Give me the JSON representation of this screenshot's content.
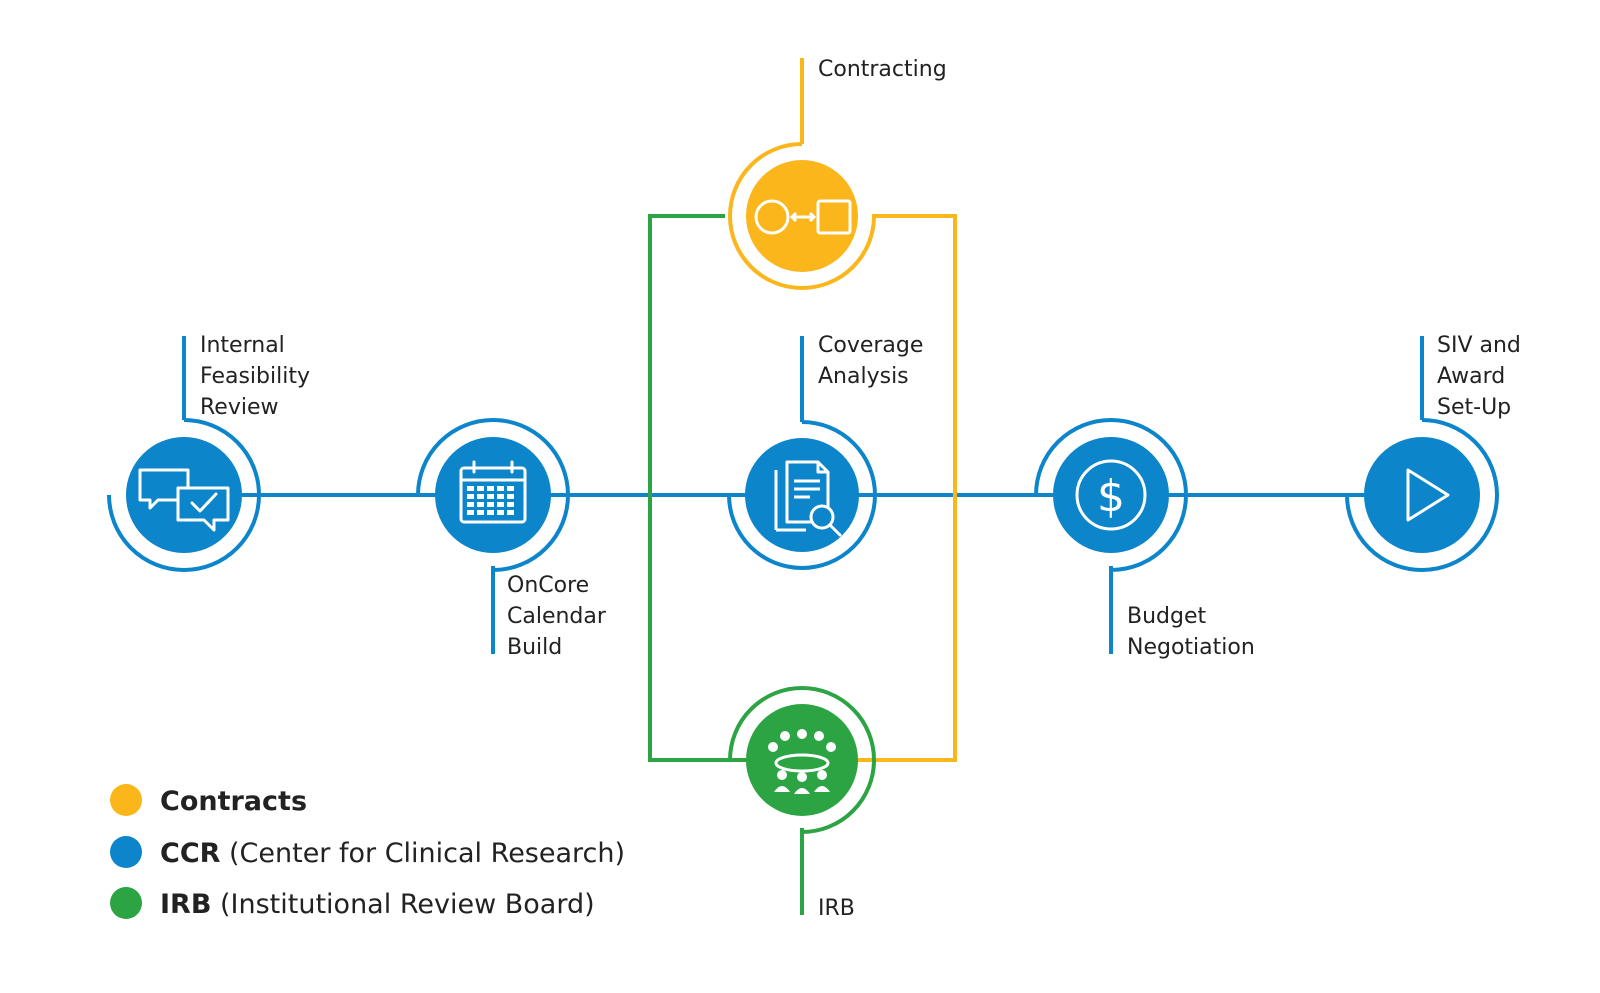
{
  "colors": {
    "contracts": "#FBB61B",
    "ccr": "#0C85CB",
    "irb": "#2CA443",
    "text": "#222222",
    "icon_line": "#ffffff"
  },
  "steps": {
    "internal_feasibility": {
      "label": [
        "Internal",
        "Feasibility",
        "Review"
      ],
      "icon": "chat-check-icon",
      "group": "ccr"
    },
    "oncore_calendar": {
      "label": [
        "OnCore",
        "Calendar",
        "Build"
      ],
      "icon": "calendar-icon",
      "group": "ccr"
    },
    "contracting": {
      "label": [
        "Contracting"
      ],
      "icon": "circle-square-exchange-icon",
      "group": "contracts"
    },
    "coverage_analysis": {
      "label": [
        "Coverage",
        "Analysis"
      ],
      "icon": "document-search-icon",
      "group": "ccr"
    },
    "irb": {
      "label": [
        "IRB"
      ],
      "icon": "meeting-people-icon",
      "group": "irb"
    },
    "budget_negotiation": {
      "label": [
        "Budget",
        "Negotiation"
      ],
      "icon": "dollar-icon",
      "group": "ccr"
    },
    "siv_award": {
      "label": [
        "SIV and",
        "Award",
        "Set-Up"
      ],
      "icon": "play-icon",
      "group": "ccr"
    }
  },
  "legend": {
    "contracts": {
      "bold": "Contracts",
      "rest": ""
    },
    "ccr": {
      "bold": "CCR",
      "rest": " (Center for Clinical Research)"
    },
    "irb": {
      "bold": "IRB",
      "rest": " (Institutional Review Board)"
    }
  }
}
